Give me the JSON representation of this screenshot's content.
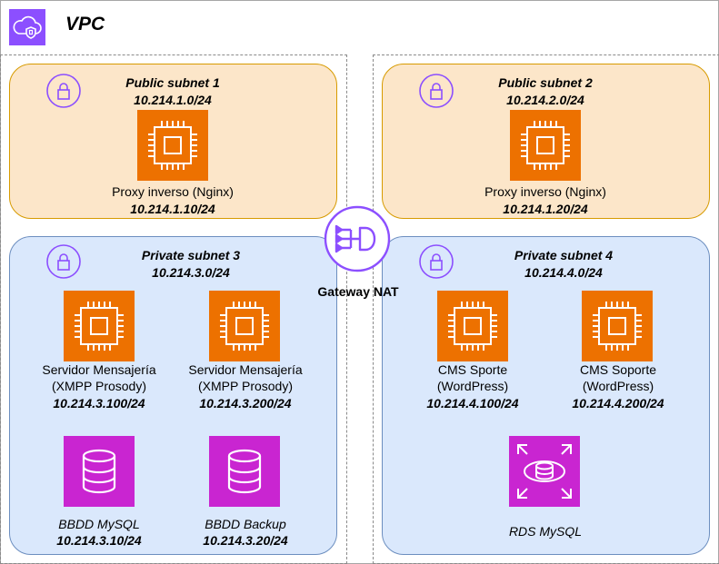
{
  "vpc": {
    "title": "VPC",
    "icon": "vpc-cloud-shield-icon"
  },
  "nat": {
    "label": "Gateway NAT",
    "icon": "nat-gateway-icon"
  },
  "subnets": {
    "public1": {
      "name": "Public subnet 1",
      "cidr": "10.214.1.0/24",
      "instance": {
        "label": "Proxy inverso (Nginx)",
        "ip": "10.214.1.10/24"
      }
    },
    "public2": {
      "name": "Public subnet 2",
      "cidr": "10.214.2.0/24",
      "instance": {
        "label": "Proxy inverso (Nginx)",
        "ip": "10.214.1.20/24"
      }
    },
    "private3": {
      "name": "Private subnet 3",
      "cidr": "10.214.3.0/24",
      "instances": [
        {
          "label1": "Servidor Mensajería",
          "label2": "(XMPP Prosody)",
          "ip": "10.214.3.100/24"
        },
        {
          "label1": "Servidor Mensajería",
          "label2": "(XMPP Prosody)",
          "ip": "10.214.3.200/24"
        }
      ],
      "databases": [
        {
          "label": "BBDD MySQL",
          "ip": "10.214.3.10/24"
        },
        {
          "label": "BBDD Backup",
          "ip": "10.214.3.20/24"
        }
      ]
    },
    "private4": {
      "name": "Private subnet 4",
      "cidr": "10.214.4.0/24",
      "instances": [
        {
          "label1": "CMS Sporte",
          "label2": "(WordPress)",
          "ip": "10.214.4.100/24"
        },
        {
          "label1": "CMS Soporte",
          "label2": "(WordPress)",
          "ip": "10.214.4.200/24"
        }
      ],
      "rds": {
        "label": "RDS MySQL"
      }
    }
  },
  "colors": {
    "vpc_purple": "#8c4fff",
    "ec2_orange": "#ed7100",
    "db_magenta": "#c925d1",
    "public_fill": "#fce6c9",
    "public_border": "#d79b00",
    "private_fill": "#dae8fc",
    "private_border": "#6c8ebf"
  }
}
